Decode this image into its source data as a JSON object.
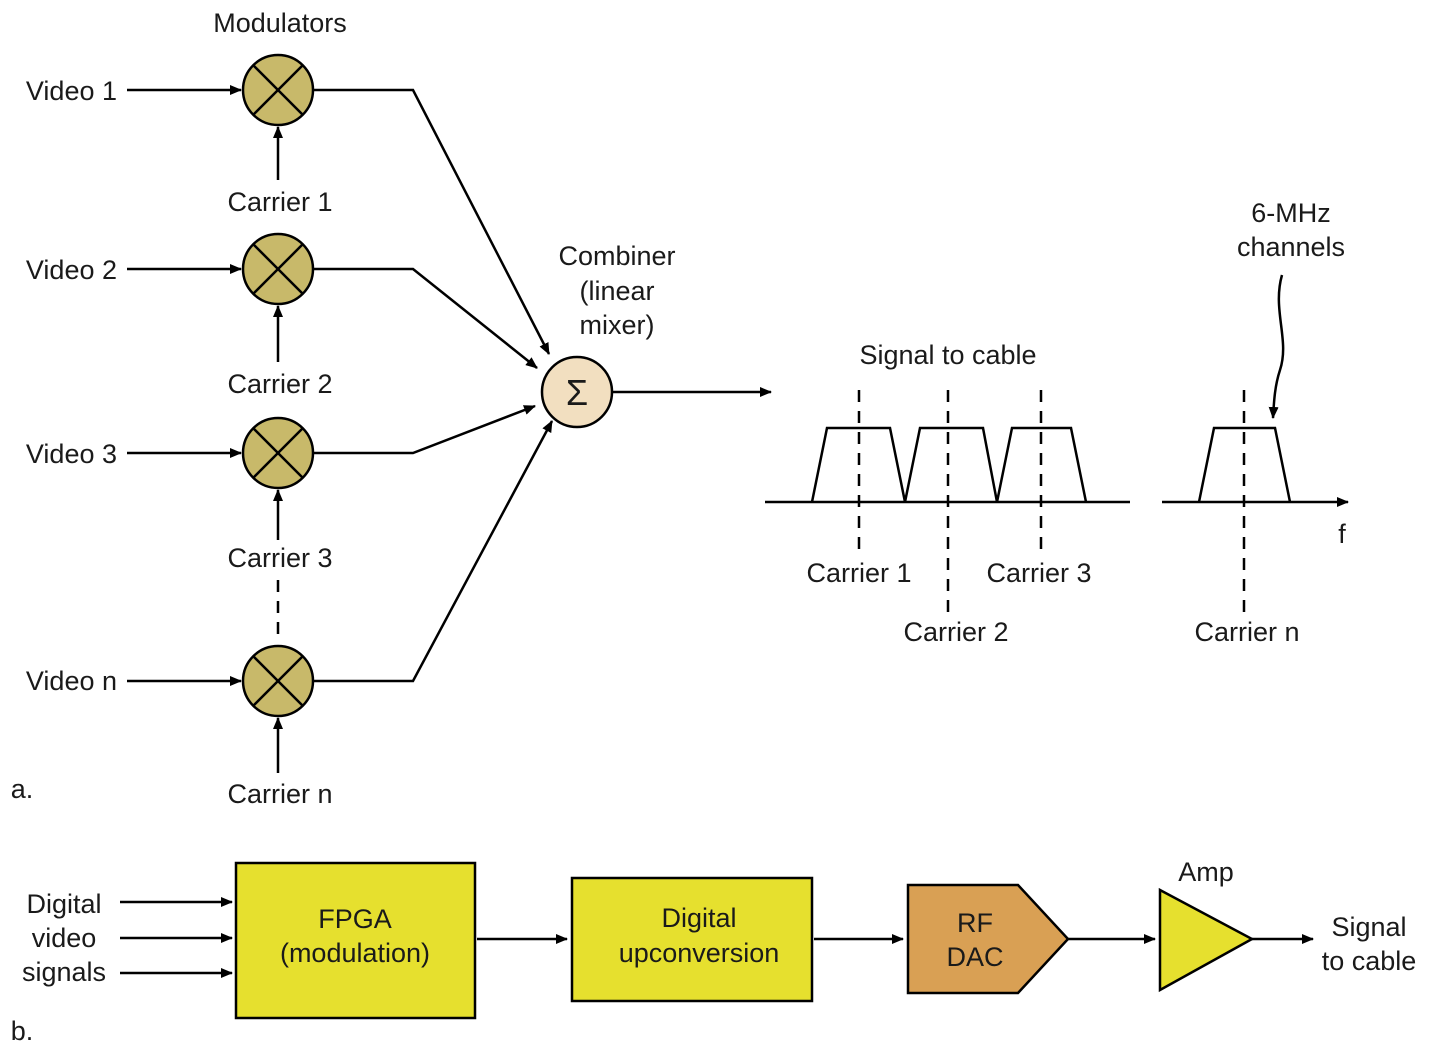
{
  "part_a": {
    "label": "a.",
    "modulators_label": "Modulators",
    "inputs": [
      {
        "video": "Video 1",
        "carrier": "Carrier 1"
      },
      {
        "video": "Video 2",
        "carrier": "Carrier 2"
      },
      {
        "video": "Video 3",
        "carrier": "Carrier 3"
      },
      {
        "video": "Video n",
        "carrier": "Carrier n"
      }
    ],
    "combiner": {
      "line1": "Combiner",
      "line2": "(linear",
      "line3": "mixer)",
      "symbol": "Σ"
    },
    "spectrum": {
      "title": "Signal to cable",
      "channels_line1": "6-MHz",
      "channels_line2": "channels",
      "carriers": [
        "Carrier 1",
        "Carrier 2",
        "Carrier 3",
        "Carrier n"
      ],
      "axis_label": "f"
    }
  },
  "part_b": {
    "label": "b.",
    "input_line1": "Digital",
    "input_line2": "video",
    "input_line3": "signals",
    "fpga_line1": "FPGA",
    "fpga_line2": "(modulation)",
    "upconv_line1": "Digital",
    "upconv_line2": "upconversion",
    "dac_line1": "RF",
    "dac_line2": "DAC",
    "amp_label": "Amp",
    "output_line1": "Signal",
    "output_line2": "to cable"
  },
  "colors": {
    "modulator": "#c8b96a",
    "combiner": "#f2dfc0",
    "block_yellow": "#e6e02e",
    "block_orange": "#d9a054"
  },
  "icons": {
    "modulator": "multiplier-circle-icon",
    "combiner": "sigma-circle-icon",
    "amplifier": "triangle-amp-icon",
    "dac": "pentagon-block-icon"
  }
}
